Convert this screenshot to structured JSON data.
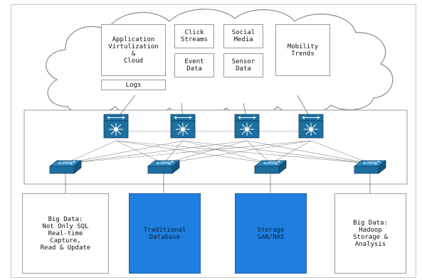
{
  "cloud": {
    "application": "Application\nVirtulization\n&\nCloud",
    "logs": "Logs",
    "click_streams": "Click\nStreams",
    "social_media": "Social\nMedia",
    "event_data": "Event\nData",
    "sensor_data": "Sensor\nData",
    "mobility_trends": "Mobility\nTrends"
  },
  "bottom": {
    "nosql": "Big Data:\nNot Only SQL\nReal-time\nCapture,\nRead & Update",
    "traditional": "Traditional\nDatabase",
    "storage": "Storage\nSAN/NAS",
    "hadoop": "Big Data:\nHadoop\nStorage &\nAnalysis"
  },
  "colors": {
    "device_blue": "#1d6fa0",
    "box_blue": "#1e7fe0"
  },
  "icons": {
    "core": "core-switch-icon",
    "access": "access-switch-icon"
  }
}
